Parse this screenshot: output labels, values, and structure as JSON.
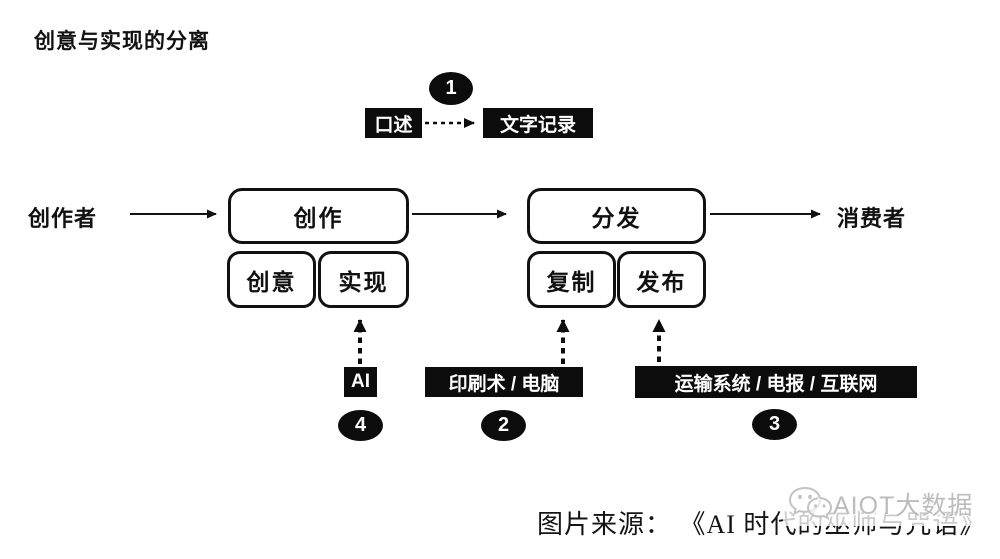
{
  "title": "创意与实现的分离",
  "oral_annotation": {
    "badge": "1",
    "from_label": "口述",
    "to_label": "文字记录"
  },
  "flow": {
    "creator": "创作者",
    "creation": "创作",
    "idea": "创意",
    "realization": "实现",
    "distribution": "分发",
    "copy": "复制",
    "publish": "发布",
    "consumer": "消费者"
  },
  "technologies": {
    "ai": {
      "badge": "4",
      "label": "AI"
    },
    "printing": {
      "badge": "2",
      "label": "印刷术 / 电脑"
    },
    "transport": {
      "badge": "3",
      "label": "运输系统 / 电报 / 互联网"
    }
  },
  "footer": {
    "source": "图片来源： 《AI 时代的巫师与咒语》"
  },
  "watermark": {
    "icon": "wechat-icon",
    "text": "AIOT大数据"
  },
  "colors": {
    "ink": "#0d0d0d",
    "label_bg": "#0c0c0c",
    "label_text": "#ffffff",
    "watermark_text": "#bcbcbc",
    "background": "#ffffff"
  }
}
